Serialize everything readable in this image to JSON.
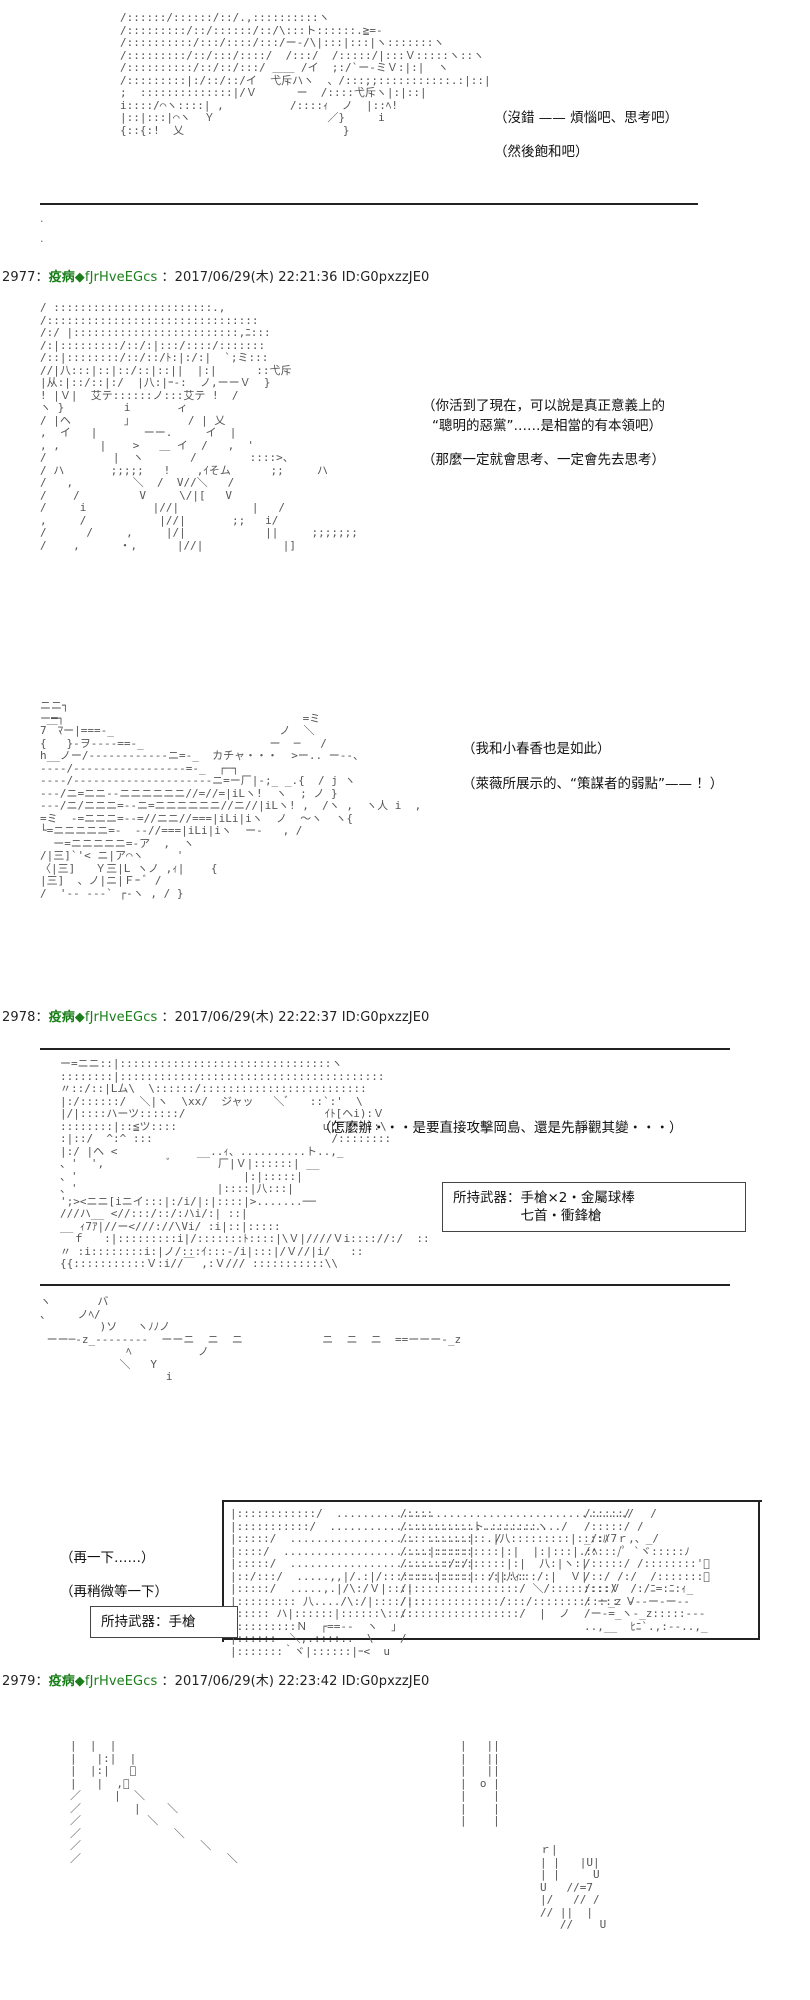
{
  "posts": [
    {
      "number": "2977",
      "name": "疫病",
      "trip": "◆fJrHveEGcs",
      "date": "2017/06/29(木) 22:21:36 ID:G0pxzzJE0"
    },
    {
      "number": "2978",
      "name": "疫病",
      "trip": "◆fJrHveEGcs",
      "date": "2017/06/29(木) 22:22:37 ID:G0pxzzJE0"
    },
    {
      "number": "2979",
      "name": "疫病",
      "trip": "◆fJrHveEGcs",
      "date": "2017/06/29(木) 22:23:42 ID:G0pxzzJE0"
    }
  ],
  "panel1": {
    "lines": [
      "（沒錯 —— 煩惱吧、思考吧）",
      "（然後飽和吧）"
    ]
  },
  "panel2": {
    "lines": [
      "（你活到了現在，可以說是真正意義上的",
      "“聰明的惡黨”……是相當的有本領吧）",
      "（那麼一定就會思考、一定會先去思考）"
    ]
  },
  "panel3": {
    "lines": [
      "（我和小春香也是如此）",
      "（萊薇所展示的、“策謀者的弱點”—— ！）"
    ]
  },
  "panel4": {
    "lines": [
      "（怎麼辦・・・是要直接攻擊岡島、還是先靜觀其變・・・）"
    ],
    "weapons": "所持武器：手槍×2・金屬球棒\n　　　　　七首・衝鋒槍"
  },
  "panel5": {
    "lines": [
      "（再一下……）",
      "（再稍微等一下）"
    ],
    "weapons": "所持武器：手槍"
  },
  "art": {
    "a1": "/::::::/::::::/::/.,::::::::::ヽ\n/:::::::::/::/::::::/::/\\:::ト::::::.≧=-\n/::::::::::/:::/::::/:::/ー-/\\|:::|:::|ヽ:::::::ヽ\n/:::::::::/::/:::/::::/  /:::/  /:::::/|:::Ｖ:::::ヽ::ヽ\n/::::::::::/::/::/:::/ ＿＿ /イ  ;:/`ー-ミＶ:|:|  ヽ\n/:::::::::|:/::/::/イ  弋斥ハヽ  、/:::;;:::::::::::.:|::|\n;  ::::::::::::::|/Ｖ      ー  /::::弋斥ヽ|:|::|\ni::::/⌒ヽ::::| ,          /::::ｨ  ノ  |::ﾍ!\n|::|:::|⌒ヽ  Ｙ                 ／}     i\n{::{:!  乂                        }",
    "a2": "/ ::::::::::::::::::::::::.,\n/::::::::::::::::::::::::::::::::\n/:/ |:::::::::::::::::::::::::,ﾆ:::\n/:|:::::::::/::/:|:::/::::/:::::::\n/::|::::::::/::/::/ﾄ:|:/:|  `;ミ:::\n//|八:::|::|::/::|::||  |:|      ::弋斥\n|从:|::/::|:/  |八:|ｰ-:  ノ,ーーＶ  }\n! |Ｖ|  艾テ::::::ノ:::艾テ !  /\nヽ }         i       ィ\n/ |ヘ        」        / | 乂\n,  イ   |       ーー.     イ  |\n, ,      |    >   ＿ イ  /   ,  '\n/          |  ヽ       /        ::::>、\n/ ハ       ;;;;;   !    ,ｲそム      ;;     ハ\n/   ,         ＼  /  V//＼   /\n/    /         V     \\/|[   V\n/     i          |//|           |   /\n,     /           |//|       ;;   i/\n/      /     ,     |/|            ||     ;;;;;;;\n/    ,      ・,      |//|            |]",
    "a3": "ニニ┐\nー━┐                                    =ミ\n7￣ﾏー|===-_                         ノ  ＼\n{   }-ヲ----==-_                   ー  ─   /\nh__ノー/------------ニ=-_  カチャ・・・  >ー.. ー--、\n----/-----------------=-_  ┌─┐\n----/---------------------ニ=ー厂|-;_ _.{  / j ヽ\n---/ニ=ニニ--ニニニニニニ//=//=|iLヽ!  ヽ  ; ノ }\n---/ニ/ニニニ=--ニ=ニニニニニニ//ニ//|iLヽ! ,  /ヽ ,  ヽ人 i  ,\n=ミ  -=ニニニ=--=//ニニ//===|iLi|iヽ  ノ  〜ヽ  ヽ{\n└=ニニニニニ=-  --//===|iLi|iヽ  ー-   , /\n  ー=ニニニニニ=-ア  ,  ヽ\n/|三]`'< ニ|ア⌒ヽ     '\n〈|三]   Ｙ三|L ヽノ ,ｨ|    {\n|三]  、ノ|ニ|Ｆｰ ﾞ /\n/  '-- ---` ┌-ヽ , / }",
    "a4": "ー=ニニ::|::::::::::::::::::::::::::::::::ヽ\n::::::::|::::::::::::::::::::::::::::::::::::::::\n〃::/::|Lム\\  \\::::::/:::::::::::::::::::::::::\n|:/::::::/  ＼|ヽ  \\xx/  ジャッ   ＼ﾞ   ::`:'  \\\n|/|::::ハーツ::::::/                     ｲﾄ[ヘi):Ｖ\n::::::::|::≦ツ::::                      u|厂/::::\\\n:|::/  ^:^ :::                           /::::::::\n|:/ |ヘ <            __..ｨ、..........ト..,_\n、'  ',          ﾞ       厂|Ｖ|::::::| __\n、'                         |:|:::::|\n、'                     |::::|八:::|\n';><ニニ[iニイ:::|:/i/|:|::::|>.......──\n///ハ__ <//:::/::/:ハi/:| ::|\n__ ｨ7ｱ|//ー<///://\\Vi/ :i|::|:::::\n  ｆ   :|:::::::::i|/:::::::ﾄ::::|\\Ｖ|////Ｖi:::://:/  ::\n〃 :i::::::::i:|ノ/:::ｲ:::-/i|:::|/Ｖ//|i/   ::\n{{:::::::::::Ｖ:i//￣ ,:Ｖ/// :::::::::::\\\\",
    "a5": "ヽ       バ\n、    ノﾍ/\n         )ソ   ヽﾉﾉノ\n ーー─-z_--------  ーーニ  ニ  ニ            ニ  ニ  ニ  ==ーーー-_z\n             ﾍ          ノ\n            ＼   Υ\n                   i",
    "a6": "|::::::::::::/  ............................................/\n|:::::::::::/  .................................../\n|:::::/  ...................  ......|   /\n|::::/  ......................|:::::|\n|:::::/  .......................:/:/|\n|::/:::/  .....,,|/.:|/:::::::.|::::|  /|::ｨ:\n|:::::/  .....,.|/\\:/Ｖ|:::|\n|::::::::: 八..../\\:/|::::/|::\n|::::: ハ|::::::|::::::\\::::\n|:::::::::Ｎ  ┌==--  ヽ  ｣\n|::::::  ＼,.::::..  \\    /\n|:::::::｀ヾ|::::::|ｰ<  u",
    "a6r": "/::::\n/::::::::::ト.:::::::ヽ\n/::::::::::::.|八:::::::::|::::ﾊ\n/::::::::::::::|:|  |:|:::|.:ﾍ\n/:::::::::::::::|:|  八:|ヽ:|\n/::::::::::::::|八:::/:|  Ｖ|\n/:::::::::::::::::/ ＼/:::::::::Ｖ\n/::::::::::::::/:::/::::::::::::: Ｖ\n/:::::::::::::::::/  |  ノ",
    "a6rr": "/:::::/   /\n/:::::/ /\n_/:/7ｒ,、_/\n/::::/ﾟ `ヾ:::::ﾉ\n/:::::/ /::::::::'ﾞ\n/::/ /:/  /:::::::ﾞ\n/:::/  /:/ﾆ=:ﾆ:ｨ_\n/ ー_z ---ー-ー--\n/ー-=_ヽ-_z:::::---\n..,__  ﾋﾆ`.,:--..,_",
    "a7": "|  |  |\n|   |:|  |\n|  |:|   ﾞ\n|   |  ,ﾞ\n／     |  ＼\n／        |    ＼\n／          ＼\n／              ＼\n／                  ＼\n／                      ＼",
    "a7r": "|   ||\n|   ||\n|   ||\n|  o |\n|    |\n|    |\n|    |",
    "a7rr": "ｒ|\n| |   |U|\n| |     U\nU   //=7\n|/   // /\n// ||  |\n   //    U"
  }
}
